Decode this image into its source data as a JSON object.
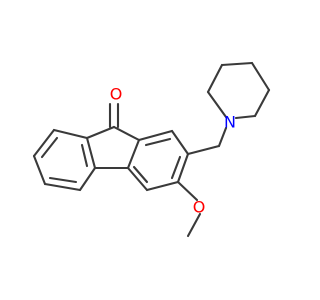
{
  "molecule": {
    "atoms": {
      "carbonyl_oxygen": {
        "label": "O",
        "color": "#ff0000"
      },
      "methoxy_oxygen": {
        "label": "O",
        "color": "#ff0000"
      },
      "piperidine_nitrogen": {
        "label": "N",
        "color": "#0000ff"
      }
    },
    "bond_color": "#3a3a3a",
    "background": "#ffffff"
  }
}
